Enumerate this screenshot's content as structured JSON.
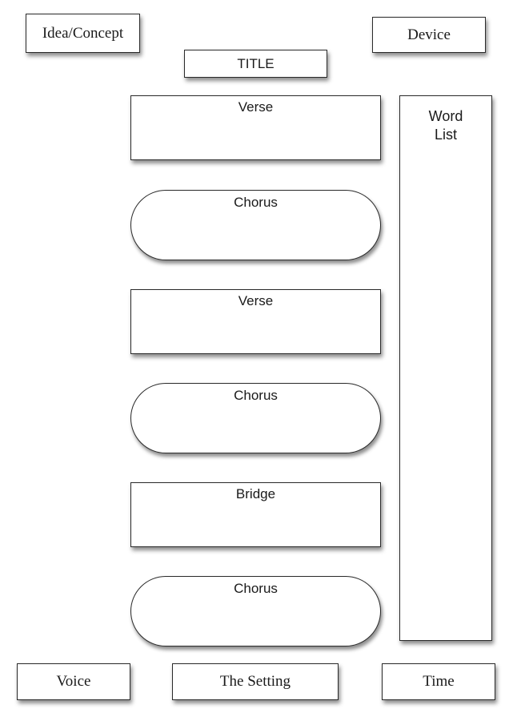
{
  "diagram": {
    "top_left": "Idea/Concept",
    "top_right": "Device",
    "title": "TITLE",
    "word_list": [
      "Word",
      "List"
    ],
    "sections": [
      {
        "label": "Verse",
        "shape": "rectangle"
      },
      {
        "label": "Chorus",
        "shape": "pill"
      },
      {
        "label": "Verse",
        "shape": "rectangle"
      },
      {
        "label": "Chorus",
        "shape": "pill"
      },
      {
        "label": "Bridge",
        "shape": "rectangle"
      },
      {
        "label": "Chorus",
        "shape": "pill"
      }
    ],
    "bottom": [
      "Voice",
      "The Setting",
      "Time"
    ]
  }
}
